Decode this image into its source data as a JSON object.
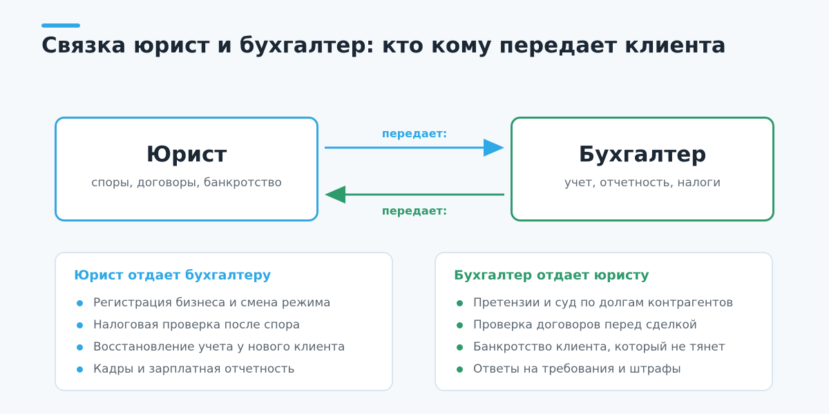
{
  "title": "Связка юрист и бухгалтер: кто кому передает клиента",
  "roles": {
    "lawyer": {
      "name": "Юрист",
      "desc": "споры, договоры, банкротство"
    },
    "accountant": {
      "name": "Бухгалтер",
      "desc": "учет, отчетность, налоги"
    }
  },
  "flows": {
    "to_accountant": "передает:",
    "to_lawyer": "передает:"
  },
  "cards": {
    "lawyer_gives": {
      "title": "Юрист отдает бухгалтеру",
      "items": [
        "Регистрация бизнеса и смена режима",
        "Налоговая проверка после спора",
        "Восстановление учета у нового клиента",
        "Кадры и зарплатная отчетность"
      ]
    },
    "accountant_gives": {
      "title": "Бухгалтер отдает юристу",
      "items": [
        "Претензии и суд по долгам контрагентов",
        "Проверка договоров перед сделкой",
        "Банкротство клиента, который не тянет",
        "Ответы на требования и штрафы"
      ]
    }
  },
  "colors": {
    "lawyer": "#2fa8e6",
    "accountant": "#2f9a6c",
    "title": "#1b2733"
  }
}
